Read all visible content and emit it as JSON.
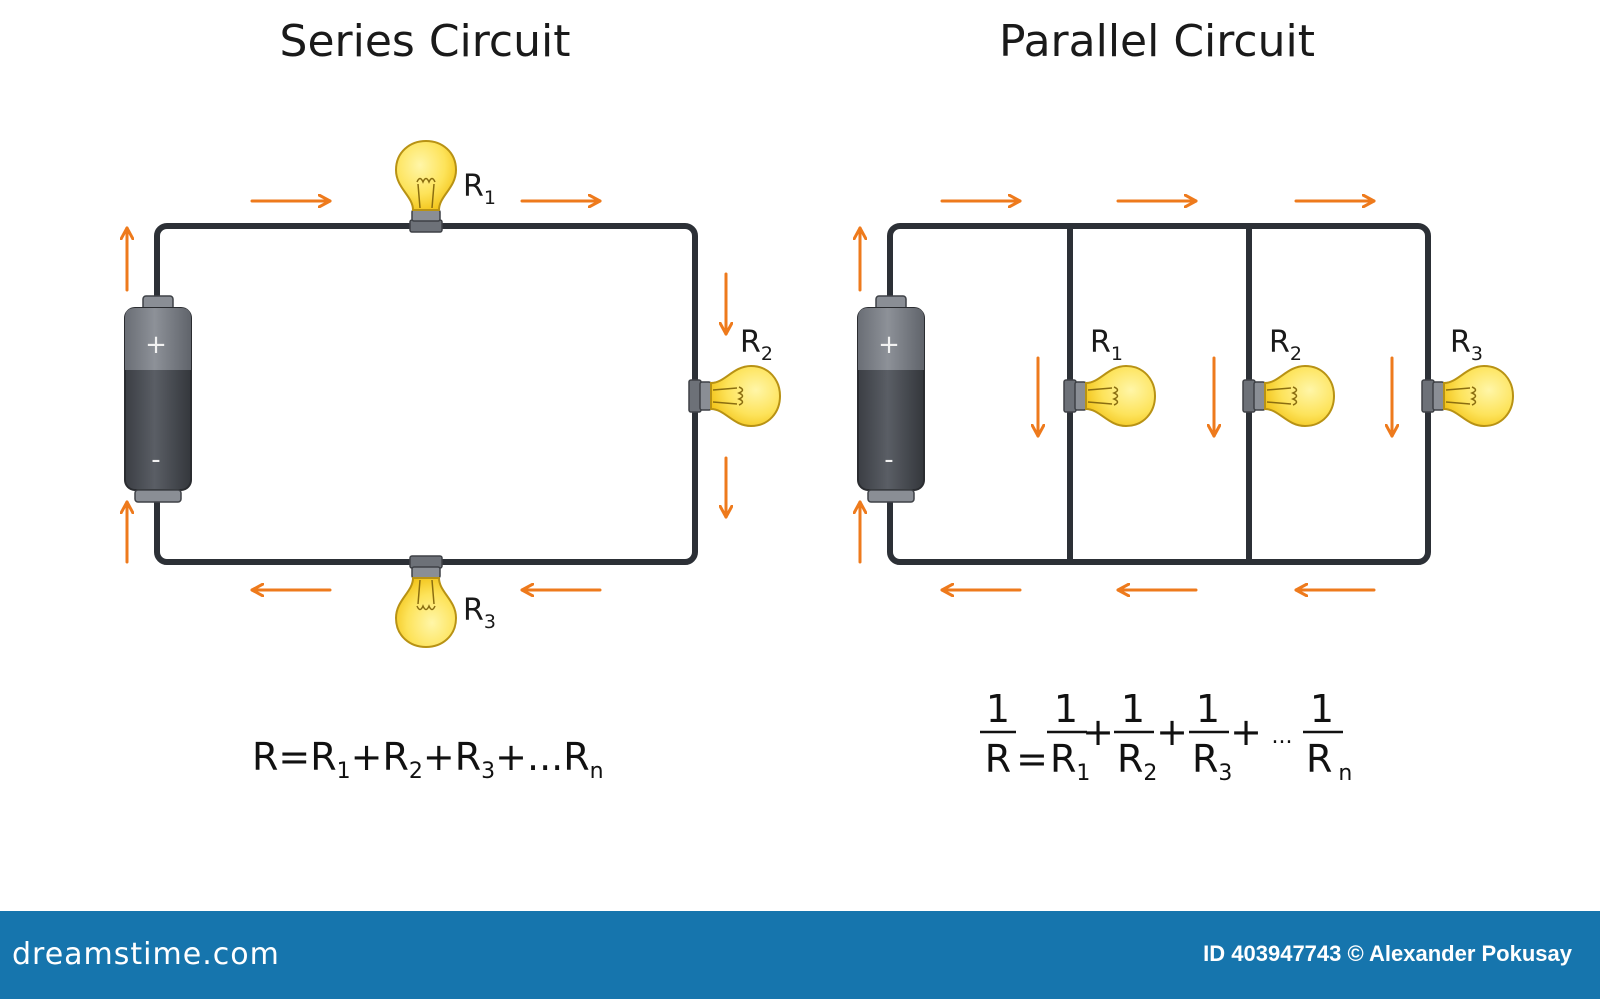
{
  "series": {
    "title": "Series Circuit",
    "bulbs": [
      {
        "letter": "R",
        "sub": "1"
      },
      {
        "letter": "R",
        "sub": "2"
      },
      {
        "letter": "R",
        "sub": "3"
      }
    ],
    "battery": {
      "plus": "+",
      "minus": "-"
    },
    "formula": {
      "lhs": "R",
      "eq": "=",
      "t1": "R",
      "s1": "1",
      "p1": "+",
      "t2": "R",
      "s2": "2",
      "p2": "+",
      "t3": "R",
      "s3": "3",
      "p3": "+",
      "dots": "...",
      "tn": "R",
      "sn": "n"
    }
  },
  "parallel": {
    "title": "Parallel Circuit",
    "bulbs": [
      {
        "letter": "R",
        "sub": "1"
      },
      {
        "letter": "R",
        "sub": "2"
      },
      {
        "letter": "R",
        "sub": "3"
      }
    ],
    "battery": {
      "plus": "+",
      "minus": "-"
    },
    "formula": {
      "one": "1",
      "lhs": "R",
      "eq": "=",
      "t1": "R",
      "s1": "1",
      "p1": "+",
      "t2": "R",
      "s2": "2",
      "p2": "+",
      "t3": "R",
      "s3": "3",
      "p3": "+",
      "dots": "...",
      "tn": "R",
      "sn": "n"
    }
  },
  "footer": {
    "brand": "dreamstime.com",
    "credit": "ID 403947743 © Alexander Pokusay"
  },
  "colors": {
    "wire": "#2c3036",
    "arrow": "#ee7a1c",
    "bulb_glass": "#fde35a",
    "bulb_base": "#6d7178",
    "battery_body": "#45484e",
    "footer_bg": "#1675ad"
  }
}
